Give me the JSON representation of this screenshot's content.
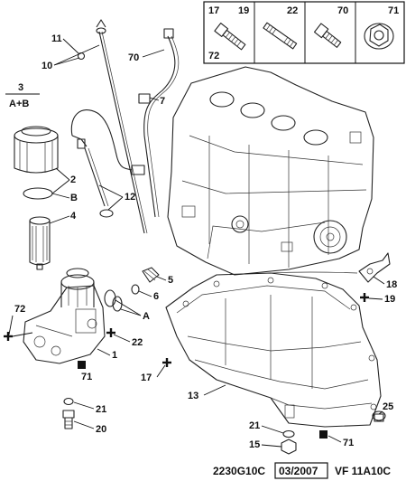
{
  "legend": {
    "cells": [
      {
        "top_left": "17",
        "top_right": "19",
        "bottom_left": "72",
        "icon": "long-bolt-icon"
      },
      {
        "top_left": "22",
        "top_right": "",
        "bottom_left": "",
        "icon": "stud-icon"
      },
      {
        "top_left": "70",
        "top_right": "",
        "bottom_left": "",
        "icon": "short-bolt-icon"
      },
      {
        "top_left": "",
        "top_right": "71",
        "bottom_left": "",
        "icon": "flange-nut-icon"
      }
    ]
  },
  "callouts": {
    "c11": "11",
    "c10": "10",
    "c70": "70",
    "c7": "7",
    "c3": "3",
    "cAB": "A+B",
    "c2": "2",
    "cB": "B",
    "c4": "4",
    "c12": "12",
    "c5": "5",
    "c6": "6",
    "cA": "A",
    "c72": "72",
    "c22": "22",
    "c1": "1",
    "c71a": "71",
    "c21a": "21",
    "c20": "20",
    "c17": "17",
    "c13": "13",
    "c18": "18",
    "c19": "19",
    "c25": "25",
    "c21b": "21",
    "c15": "15",
    "c71b": "71"
  },
  "footer": {
    "ref_code": "2230G10C",
    "date": "03/2007",
    "model_code": "VF 11A10C"
  },
  "colors": {
    "line": "#222222",
    "background": "#ffffff"
  }
}
